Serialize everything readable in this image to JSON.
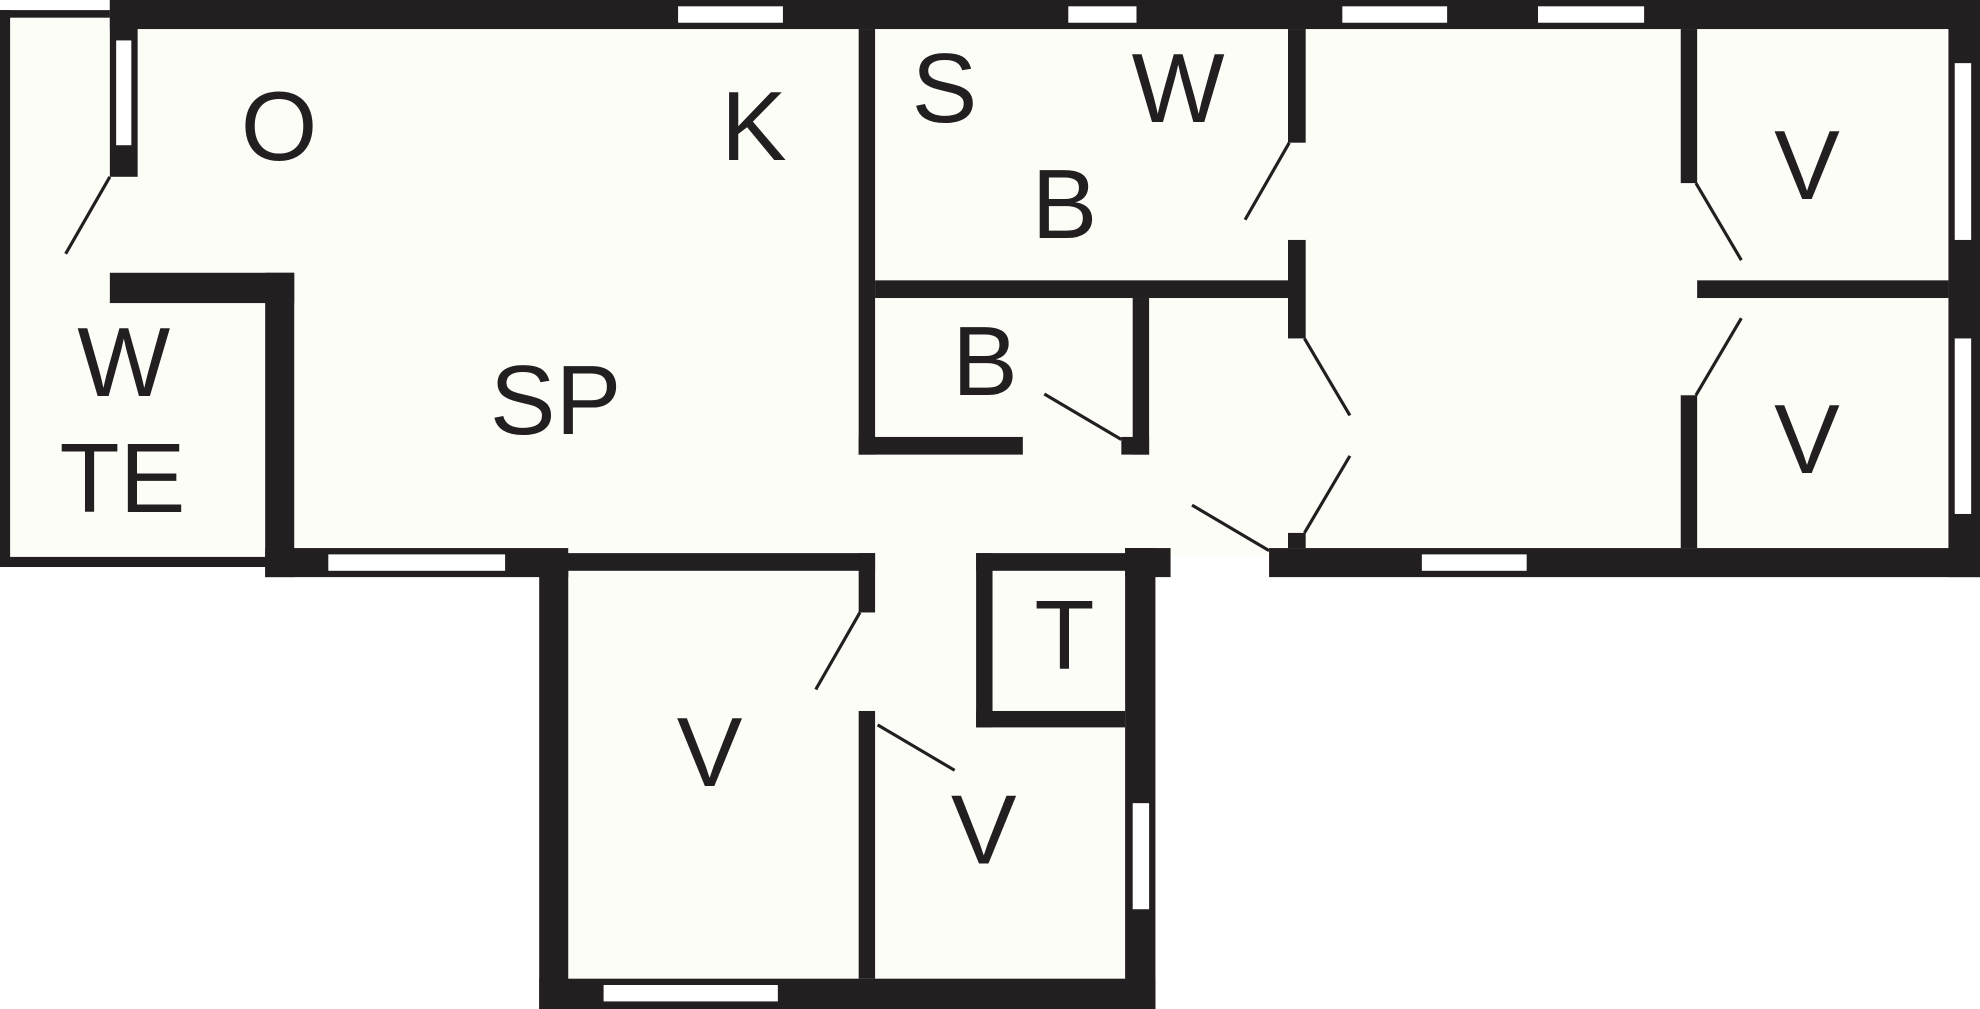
{
  "colors": {
    "wall": "#231f20",
    "floor": "#fdfdf8",
    "window": "#ffffff"
  },
  "rooms": [
    {
      "id": "o",
      "label": "O"
    },
    {
      "id": "k",
      "label": "K"
    },
    {
      "id": "s",
      "label": "S"
    },
    {
      "id": "w1",
      "label": "W"
    },
    {
      "id": "b1",
      "label": "B"
    },
    {
      "id": "b2",
      "label": "B"
    },
    {
      "id": "sp",
      "label": "SP"
    },
    {
      "id": "w2",
      "label": "W"
    },
    {
      "id": "te",
      "label": "TE"
    },
    {
      "id": "v1",
      "label": "V"
    },
    {
      "id": "v2",
      "label": "V"
    },
    {
      "id": "v3",
      "label": "V"
    },
    {
      "id": "v4",
      "label": "V"
    },
    {
      "id": "t",
      "label": "T"
    }
  ]
}
